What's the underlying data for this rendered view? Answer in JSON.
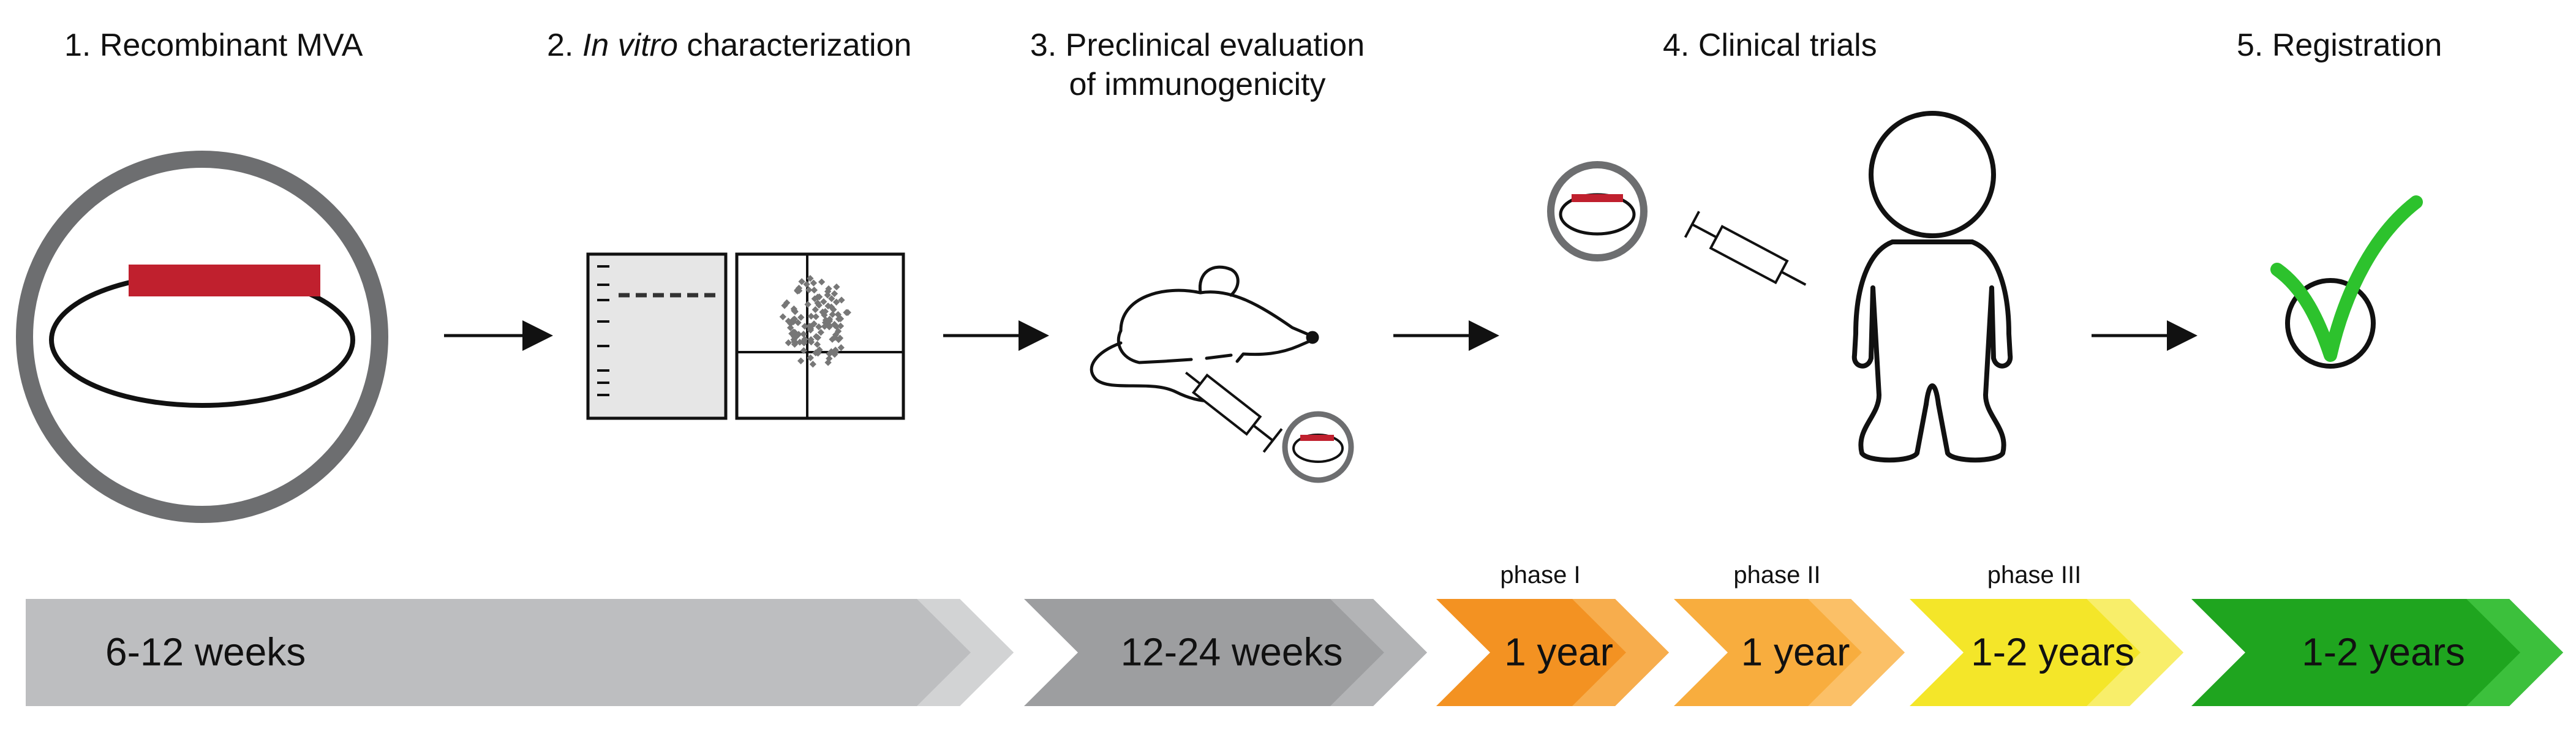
{
  "steps": [
    {
      "number": "1.",
      "title": "Recombinant MVA"
    },
    {
      "number": "2.",
      "title_italic": "In vitro",
      "title_rest": " characterization"
    },
    {
      "number": "3.",
      "title_line1": "Preclinical evaluation",
      "title_line2": "of immunogenicity"
    },
    {
      "number": "4.",
      "title": "Clinical trials"
    },
    {
      "number": "5.",
      "title": "Registration"
    }
  ],
  "timeline": {
    "segments": [
      {
        "label": "6-12 weeks",
        "color": "#bdbec0",
        "tip_color": "#d2d3d4"
      },
      {
        "label": "12-24 weeks",
        "color": "#9d9ea0",
        "tip_color": "#b3b4b6"
      },
      {
        "label": "1 year",
        "phase": "phase I",
        "color": "#f39222",
        "tip_color": "#f7ad4d"
      },
      {
        "label": "1 year",
        "phase": "phase II",
        "color": "#f8ad3e",
        "tip_color": "#fbc067"
      },
      {
        "label": "1-2 years",
        "phase": "phase III",
        "color": "#f4e629",
        "tip_color": "#f8ee6a"
      },
      {
        "label": "1-2 years",
        "color": "#1fa51f",
        "tip_color": "#3cc03c"
      }
    ]
  },
  "colors": {
    "insert_red": "#c0202e",
    "circle_gray": "#6d6e70",
    "check_green": "#2dc22d",
    "arrow": "#111111"
  },
  "icons": [
    "vector-circle-icon",
    "gel-icon",
    "flow-cytometry-icon",
    "mouse-icon",
    "syringe-icon",
    "person-icon",
    "checkmark-icon"
  ]
}
